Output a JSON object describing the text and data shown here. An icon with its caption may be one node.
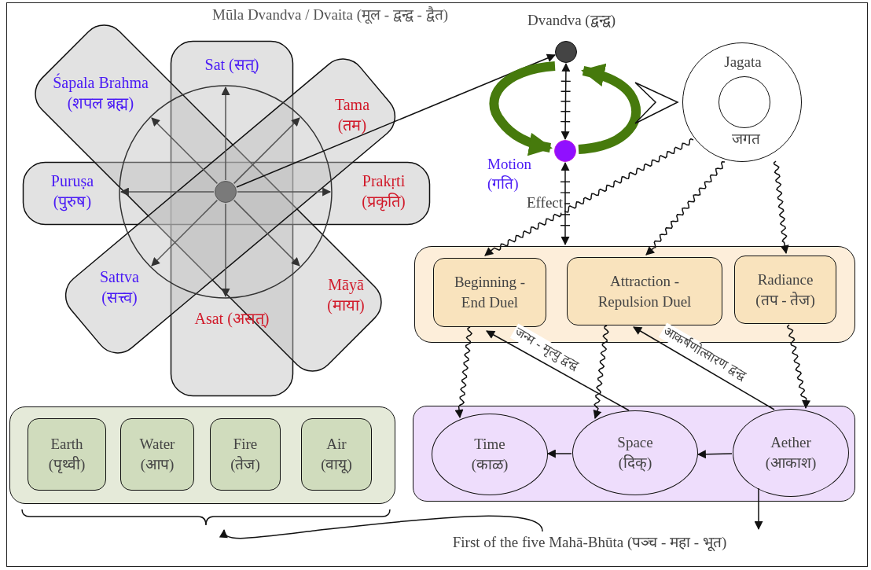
{
  "diagram": {
    "title": "Mūla Dvandva / Dvaita (मूल - द्वन्द्व - द्वैत)",
    "nodes": [
      {
        "text": [
          "Sat (सत्)"
        ]
      },
      {
        "text": [
          "Asat (असत्)"
        ]
      },
      {
        "text": [
          "Puruṣa (पुरुष)"
        ]
      },
      {
        "text": [
          "Prakṛti (प्रकृति)"
        ]
      },
      {
        "text": [
          "Śapala Brahma (शपल ब्रह्म)"
        ]
      },
      {
        "text": [
          "Māyā (माया)"
        ]
      },
      {
        "text": [
          "Tama (तम)"
        ]
      },
      {
        "text": [
          "Sattva (सत्त्व)"
        ]
      },
      {
        "text": [],
        "shape": "circle"
      },
      {
        "text": [
          "Dvandva (द्वन्द्व)"
        ]
      },
      {
        "text": [
          "Motion (गति)"
        ]
      },
      {
        "text": [
          "Jagata",
          "जगत"
        ]
      },
      {
        "text": [],
        "shape": "circle",
        "in": 11
      },
      {
        "text": [],
        "shape": "box"
      },
      {
        "text": [
          "Beginning - End Duel"
        ],
        "in": 13
      },
      {
        "text": [
          "Attraction - Repulsion Duel"
        ],
        "in": 13
      },
      {
        "text": [
          "Radiance (तप - तेज)"
        ],
        "in": 13
      },
      {
        "text": [],
        "shape": "box"
      },
      {
        "text": [
          "Time (काळ)"
        ],
        "in": 17
      },
      {
        "text": [
          "Space (दिक्)"
        ],
        "in": 17
      },
      {
        "text": [
          "Aether (आकाश)"
        ],
        "in": 17
      },
      {
        "text": [],
        "shape": "box"
      },
      {
        "text": [
          "Earth (पृथ्वी)"
        ],
        "in": 21
      },
      {
        "text": [
          "Water (आप)"
        ],
        "in": 21
      },
      {
        "text": [
          "Fire (तेज)"
        ],
        "in": 21
      },
      {
        "text": [
          "Air (वायू)"
        ],
        "in": 21
      },
      {
        "text": [
          "First of the five Mahā-Bhūta (पञ्च - महा - भूत)"
        ]
      }
    ],
    "edges": [
      {
        "from": 8,
        "to": 0,
        "arrow": "to"
      },
      {
        "from": 8,
        "to": 1,
        "arrow": "to"
      },
      {
        "from": 8,
        "to": 2,
        "arrow": "to"
      },
      {
        "from": 8,
        "to": 3,
        "arrow": "to"
      },
      {
        "from": 8,
        "to": 4,
        "arrow": "to"
      },
      {
        "from": 8,
        "to": 5,
        "arrow": "to"
      },
      {
        "from": 8,
        "to": 6,
        "arrow": "to"
      },
      {
        "from": 8,
        "to": 7,
        "arrow": "to"
      },
      {
        "from": 8,
        "to": 9,
        "arrow": "to"
      },
      {
        "from": 9,
        "to": 10,
        "arrow": "both"
      },
      {
        "from": 9,
        "to": 10,
        "arrow": "to",
        "style": "thick",
        "color": "#467a0c"
      },
      {
        "from": 10,
        "to": 9,
        "arrow": "to",
        "style": "thick",
        "color": "#467a0c"
      },
      {
        "from": 10,
        "to": 13,
        "arrow": "both",
        "label": "Effect"
      },
      {
        "from": null,
        "to": 11,
        "arrow": "to"
      },
      {
        "from": 11,
        "to": 14,
        "arrow": "to"
      },
      {
        "from": 11,
        "to": 15,
        "arrow": "to"
      },
      {
        "from": 11,
        "to": 16,
        "arrow": "to"
      },
      {
        "from": 14,
        "to": 18,
        "arrow": "to"
      },
      {
        "from": 15,
        "to": 19,
        "arrow": "to"
      },
      {
        "from": 16,
        "to": 20,
        "arrow": "to"
      },
      {
        "from": 19,
        "to": 14,
        "arrow": "to",
        "label": "जन्म - मृत्यु द्वन्द्व"
      },
      {
        "from": 20,
        "to": 15,
        "arrow": "to",
        "label": "आकर्षणोत्सारण द्वन्द्व"
      },
      {
        "from": 20,
        "to": 19,
        "arrow": "to"
      },
      {
        "from": 19,
        "to": 18,
        "arrow": "to"
      },
      {
        "from": 20,
        "to": 26,
        "arrow": "to"
      },
      {
        "from": 26,
        "to": 21,
        "arrow": "to"
      }
    ]
  }
}
